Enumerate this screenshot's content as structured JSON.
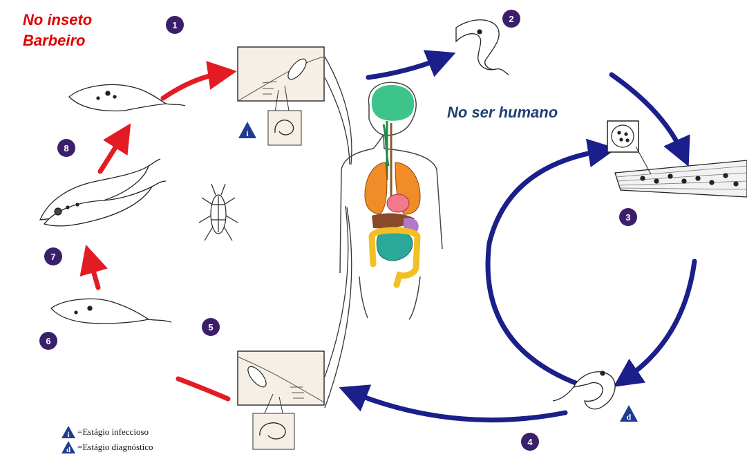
{
  "captions": {
    "insect_line1": "No inseto",
    "insect_line2": "Barbeiro",
    "human": "No ser humano"
  },
  "steps": [
    "1",
    "2",
    "3",
    "4",
    "5",
    "6",
    "7",
    "8"
  ],
  "stage_markers": {
    "infective": "i",
    "diagnostic": "d"
  },
  "legend": [
    {
      "symbol": "i",
      "text": "=Estágio infeccioso"
    },
    {
      "symbol": "d",
      "text": "=Estágio diagnóstico"
    }
  ],
  "colors": {
    "insect_arrows": "#e31b23",
    "human_arrows": "#1b1f8a",
    "step_badge": "#3b1f6b",
    "stage_marker": "#1f3c8f",
    "caption_insect": "#e00000",
    "caption_human": "#1f3f73"
  }
}
